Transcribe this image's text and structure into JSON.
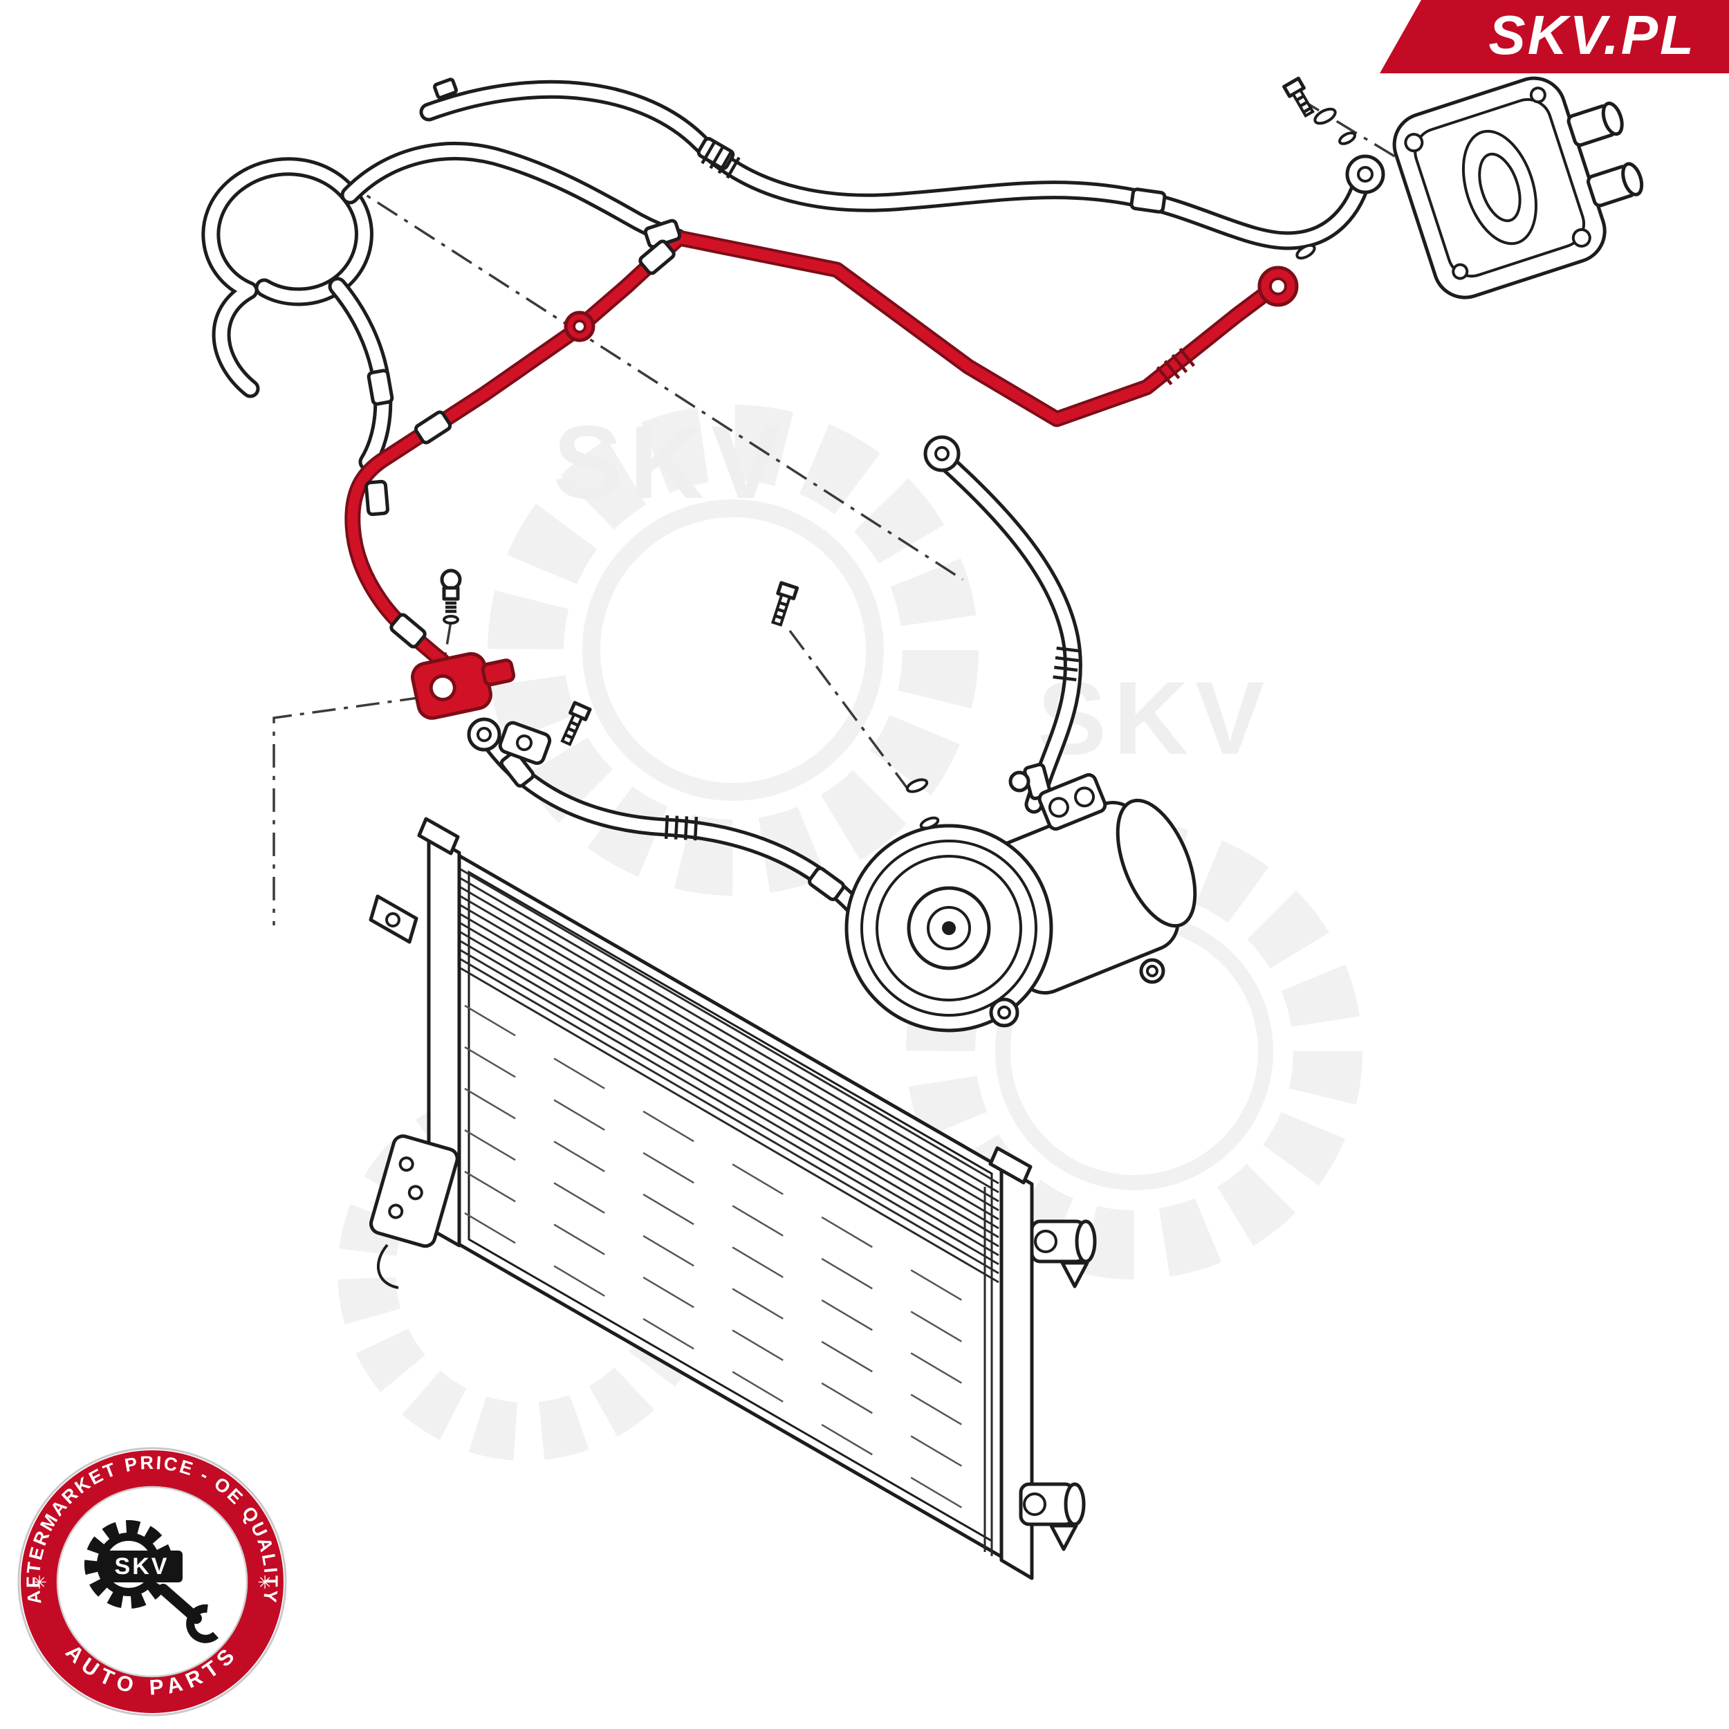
{
  "brand": {
    "banner_label": "SKV.PL",
    "banner_color": "#c30b25"
  },
  "badge": {
    "arc_top": "AFTERMARKET PRICE - OE QUALITY",
    "arc_bottom": "AUTO PARTS",
    "center_label": "SKV",
    "side_mark": "✳",
    "ring_color": "#c30b25"
  },
  "watermark": {
    "label": "SKV"
  },
  "diagram": {
    "highlight_color": "#d11226",
    "line_color": "#1d1d1d"
  }
}
